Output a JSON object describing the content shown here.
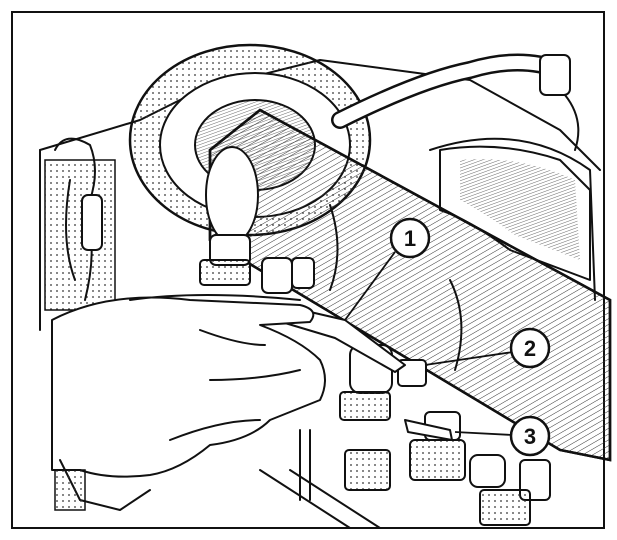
{
  "callouts": [
    {
      "label": "1"
    },
    {
      "label": "2"
    },
    {
      "label": "3"
    }
  ],
  "colors": {
    "ink": "#111111",
    "paper": "#ffffff"
  }
}
